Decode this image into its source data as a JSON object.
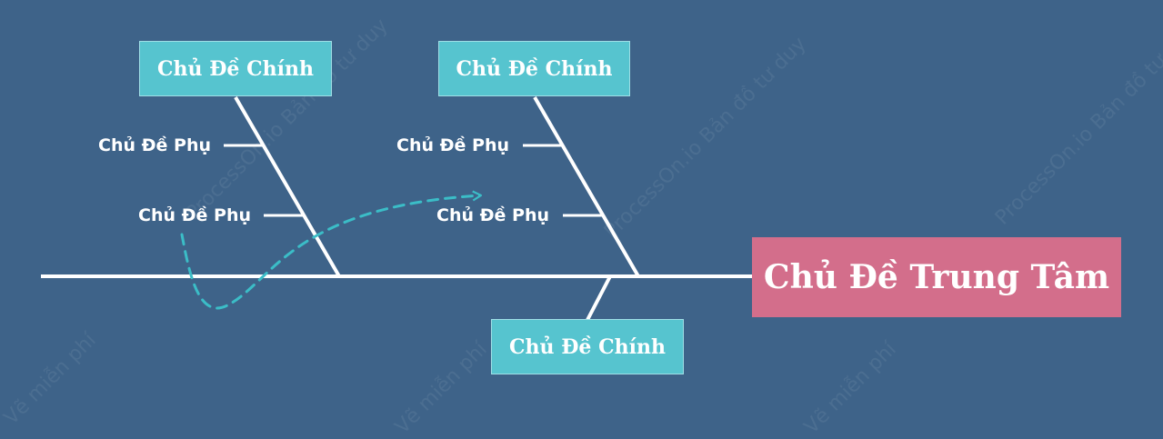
{
  "diagram": {
    "type": "fishbone",
    "center_topic": "Chủ Đề Trung Tâm",
    "main_topics": [
      {
        "label": "Chủ Đề Chính",
        "position": "top",
        "sub_topics": [
          "Chủ Đề Phụ",
          "Chủ Đề Phụ"
        ]
      },
      {
        "label": "Chủ Đề Chính",
        "position": "top",
        "sub_topics": [
          "Chủ Đề Phụ",
          "Chủ Đề Phụ"
        ]
      },
      {
        "label": "Chủ Đề Chính",
        "position": "bottom",
        "sub_topics": []
      }
    ],
    "connector": "dashed-arrow"
  },
  "watermark": {
    "text_a": "ProcessOn.io Bản đồ tư duy",
    "text_b": "Vẽ miễn phí"
  },
  "colors": {
    "background": "#3e6389",
    "main_box": "#56c4cf",
    "center_box": "#d36e8b",
    "bones": "#ffffff",
    "dashed_arrow": "#3bbdc7"
  }
}
